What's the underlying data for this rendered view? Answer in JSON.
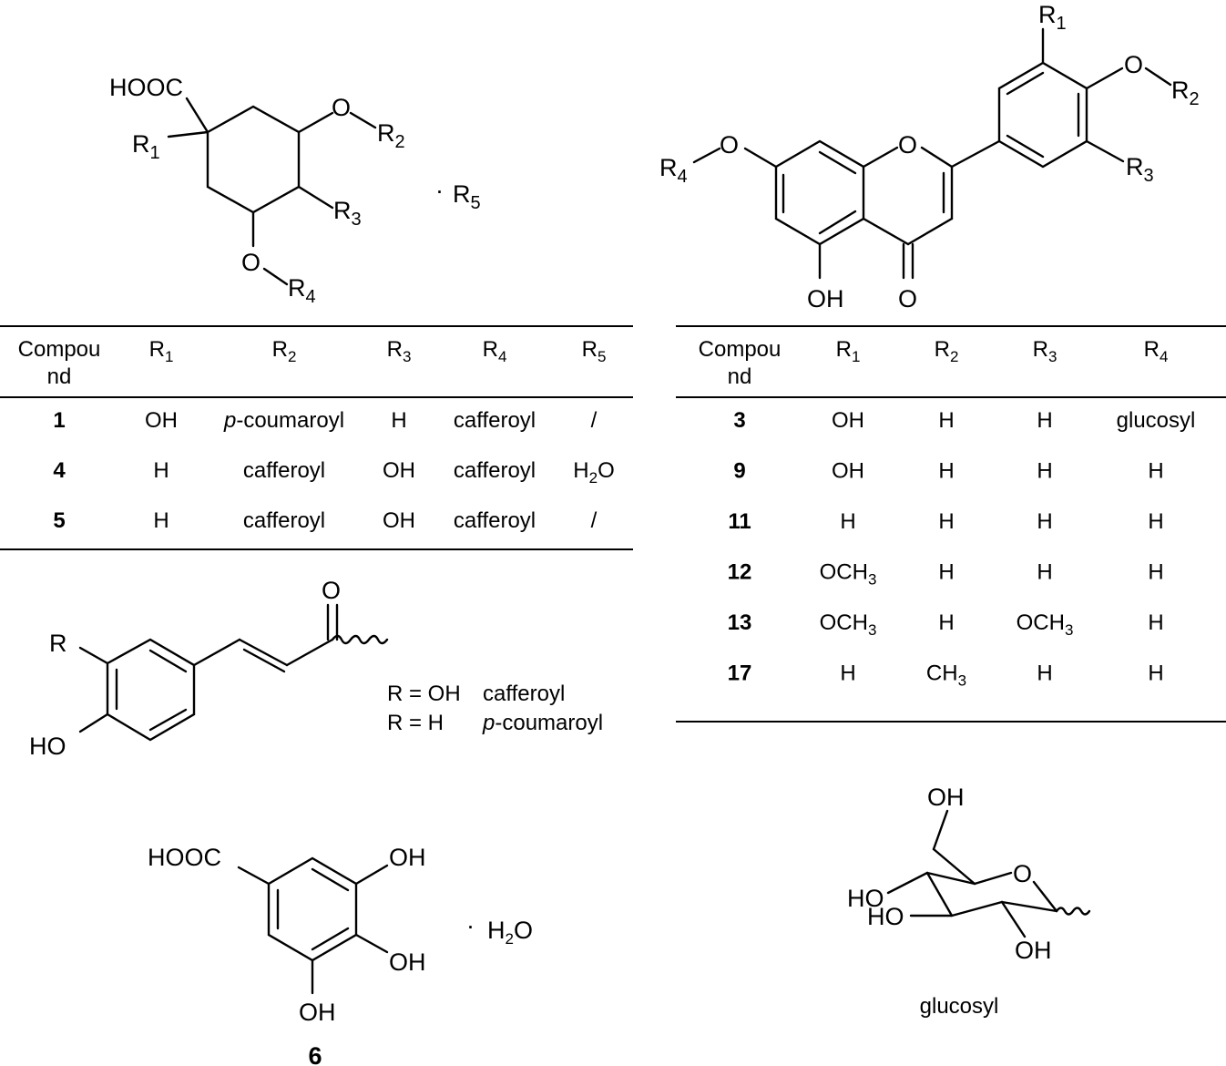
{
  "quinic_structure": {
    "hooc": "HOOC",
    "r1": "R",
    "r1_sub": "1",
    "o_a": "O",
    "r2": "R",
    "r2_sub": "2",
    "r3": "R",
    "r3_sub": "3",
    "o_b": "O",
    "r4": "R",
    "r4_sub": "4",
    "dot": "·",
    "r5": "R",
    "r5_sub": "5"
  },
  "flavone_structure": {
    "r1": "R",
    "r1_sub": "1",
    "o_b": "O",
    "r2": "R",
    "r2_sub": "2",
    "r3": "R",
    "r3_sub": "3",
    "r4": "R",
    "r4_sub": "4",
    "o_a": "O",
    "o_ring": "O",
    "oh": "OH",
    "o_keto": "O"
  },
  "table_left": {
    "header": [
      "Compou nd",
      "R1",
      "R2",
      "R3",
      "R4",
      "R5"
    ],
    "rows": [
      [
        "1",
        "OH",
        "p-coumaroyl",
        "H",
        "cafferoyl",
        "/"
      ],
      [
        "4",
        "H",
        "cafferoyl",
        "OH",
        "cafferoyl",
        "H2O"
      ],
      [
        "5",
        "H",
        "cafferoyl",
        "OH",
        "cafferoyl",
        "/"
      ]
    ]
  },
  "table_right": {
    "header": [
      "Compou nd",
      "R1",
      "R2",
      "R3",
      "R4"
    ],
    "rows": [
      [
        "3",
        "OH",
        "H",
        "H",
        "glucosyl"
      ],
      [
        "9",
        "OH",
        "H",
        "H",
        "H"
      ],
      [
        "11",
        "H",
        "H",
        "H",
        "H"
      ],
      [
        "12",
        "OCH3",
        "H",
        "H",
        "H"
      ],
      [
        "13",
        "OCH3",
        "H",
        "OCH3",
        "H"
      ],
      [
        "17",
        "H",
        "CH3",
        "H",
        "H"
      ]
    ]
  },
  "acyl_structure": {
    "r": "R",
    "ho": "HO",
    "o": "O",
    "legend": [
      {
        "eq": "R = OH",
        "name": "cafferoyl"
      },
      {
        "eq": "R = H",
        "name": "p-coumaroyl"
      }
    ]
  },
  "gallic_structure": {
    "hooc": "HOOC",
    "oh_top": "OH",
    "oh_mid": "OH",
    "oh_bot": "OH",
    "dot": "·",
    "h2o": "H2O",
    "compound_label": "6"
  },
  "glucosyl_structure": {
    "oh_top": "OH",
    "ho_a": "HO",
    "ho_b": "HO",
    "o_ring": "O",
    "oh_bot": "OH",
    "caption": "glucosyl"
  }
}
